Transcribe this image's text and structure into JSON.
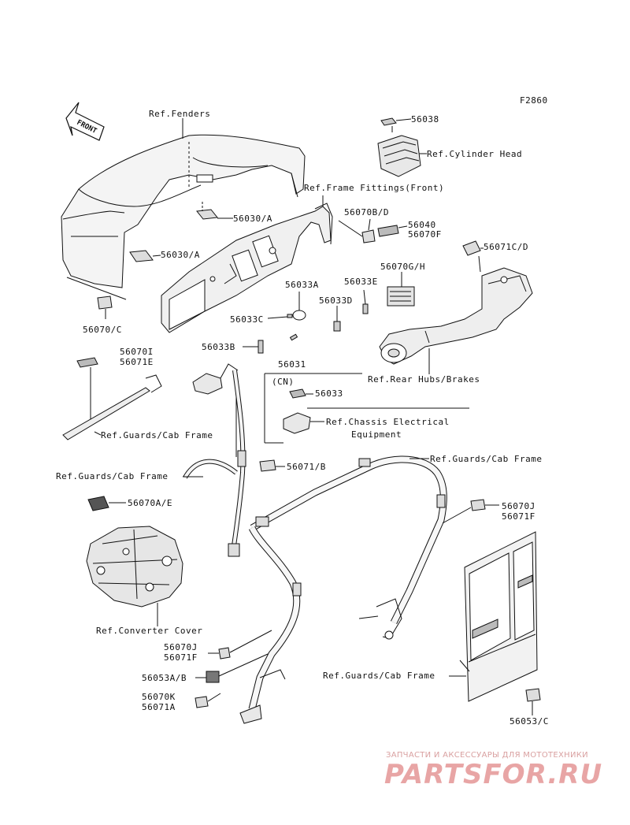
{
  "figure_code": "F2860",
  "front_badge": "FRONT",
  "refs": {
    "fenders": "Ref.Fenders",
    "cylinder_head": "Ref.Cylinder Head",
    "frame_fittings_front": "Ref.Frame Fittings(Front)",
    "rear_hubs_brakes": "Ref.Rear Hubs/Brakes",
    "guards_cab_frame_left": "Ref.Guards/Cab Frame",
    "chassis_electrical_line1": "Ref.Chassis Electrical",
    "chassis_electrical_line2": "Equipment",
    "guards_cab_frame_top": "Ref.Guards/Cab Frame",
    "guards_cab_frame_mid": "Ref.Guards/Cab Frame",
    "converter_cover": "Ref.Converter Cover",
    "guards_cab_frame_right": "Ref.Guards/Cab Frame"
  },
  "cn_tag": "(CN)",
  "parts": {
    "p56038": "56038",
    "p56030a_1": "56030/A",
    "p56030a_2": "56030/A",
    "p56070bd": "56070B/D",
    "p56040": "56040",
    "p56070f": "56070F",
    "p56071cd": "56071C/D",
    "p56070c": "56070/C",
    "p56033a": "56033A",
    "p56033e": "56033E",
    "p56070gh": "56070G/H",
    "p56033d": "56033D",
    "p56033c": "56033C",
    "p56033b": "56033B",
    "p56070i": "56070I",
    "p56071e": "56071E",
    "p56031": "56031",
    "p56033": "56033",
    "p56071b": "56071/B",
    "p56070ae": "56070A/E",
    "p56070j_r": "56070J",
    "p56071f_r": "56071F",
    "p56070j_l": "56070J",
    "p56071f_l": "56071F",
    "p56053ab": "56053A/B",
    "p56070k": "56070K",
    "p56071a": "56071A",
    "p56053c": "56053/C"
  },
  "watermark": {
    "tagline": "ЗАПЧАСТИ И АКСЕССУАРЫ ДЛЯ МОТОТЕХНИКИ",
    "brand": "PARTSFOR.RU"
  },
  "colors": {
    "line": "#111111",
    "fill_light": "#f2f2f2",
    "fill_mid": "#d6d6d6",
    "watermark": "#e8a5a5"
  }
}
